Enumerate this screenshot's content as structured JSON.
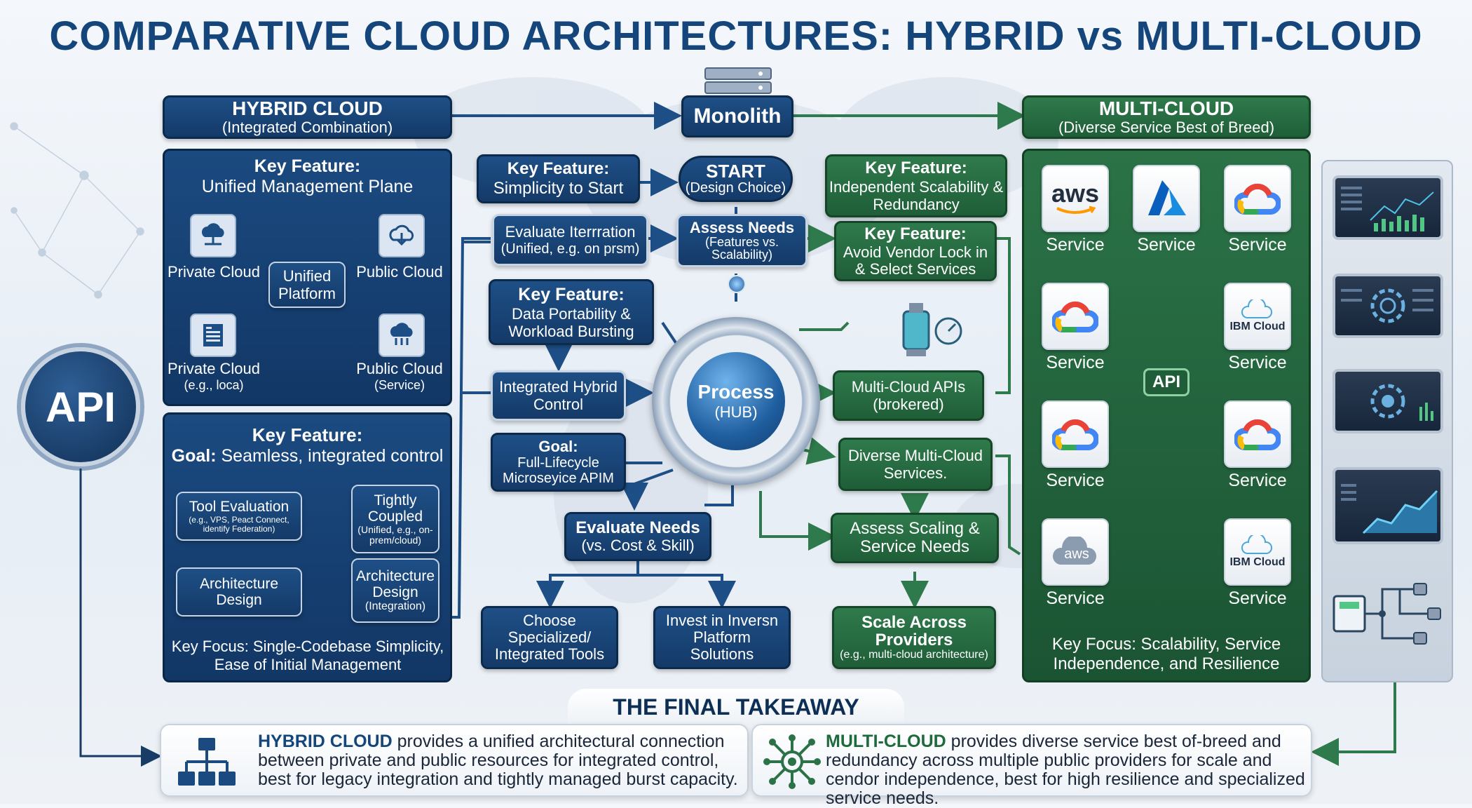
{
  "title": "COMPARATIVE CLOUD ARCHITECTURES: HYBRID vs MULTI-CLOUD",
  "colors": {
    "navy": "#1b4a80",
    "green": "#2b7347",
    "title": "#15467b"
  },
  "api_badge": "API",
  "hybrid": {
    "header_title": "HYBRID CLOUD",
    "header_sub": "(Integrated Combination)",
    "feature1_title": "Key Feature:",
    "feature1_text": "Unified Management Plane",
    "nodes": {
      "private_cloud": "Private Cloud",
      "public_cloud": "Public Cloud",
      "unified_platform": "Unified Platform",
      "private_cloud2": "Private Cloud",
      "private_cloud2_sub": "(e.g., loca)",
      "public_cloud2": "Public Cloud",
      "public_cloud2_sub": "(Service)"
    },
    "goal_title": "Key Feature:",
    "goal_label": "Goal:",
    "goal_text": "Seamless, integrated control",
    "tool_eval": "Tool Evaluation",
    "tool_eval_sub": "(e.g., VPS, Peact Connect, identify Federation)",
    "tightly": "Tightly Coupled",
    "tightly_sub": "(Unified, e.g., on-prem/cloud)",
    "arch_design": "Architecture Design",
    "arch_design2": "Architecture Design",
    "arch_design2_sub": "(Integration)",
    "focus": "Key Focus: Single-Codebase Simplicity, Ease of Initial Management"
  },
  "center": {
    "monolith": "Monolith",
    "start": "START",
    "start_sub": "(Design Choice)",
    "kf_simplicity_title": "Key Feature:",
    "kf_simplicity": "Simplicity to Start",
    "evaluate_iter": "Evaluate Iterrration",
    "evaluate_iter_sub": "(Unified, e.g. on prsm)",
    "assess_needs": "Assess Needs",
    "assess_needs_sub": "(Features vs. Scalability)",
    "kf_portability_title": "Key Feature:",
    "kf_portability": "Data Portability & Workload Bursting",
    "integrated": "Integrated Hybrid Control",
    "goal_title": "Goal:",
    "goal_text": "Full-Lifecycle Microseyice APIM",
    "process": "Process",
    "process_sub": "(HUB)",
    "evaluate_needs": "Evaluate Needs",
    "evaluate_needs_sub": "(vs. Cost & Skill)",
    "choose": "Choose Specialized/ Integrated Tools",
    "invest": "Invest in Inversn Platform Solutions",
    "kf_independent_title": "Key Feature:",
    "kf_independent": "Independent Scalability & Redundancy",
    "kf_vendor_title": "Key Feature:",
    "kf_vendor": "Avoid Vendor Lock in & Select Services",
    "mc_apis": "Multi-Cloud APIs (brokered)",
    "diverse": "Diverse Multi-Cloud Services.",
    "assess_scaling": "Assess Scaling & Service Needs",
    "scale_across": "Scale Across Providers",
    "scale_across_sub": "(e.g., multi-cloud architecture)"
  },
  "multi": {
    "header_title": "MULTI-CLOUD",
    "header_sub": "(Diverse Service Best of Breed)",
    "services": [
      {
        "provider": "aws",
        "label": "Service"
      },
      {
        "provider": "azure",
        "label": "Service"
      },
      {
        "provider": "gcp",
        "label": "Service"
      },
      {
        "provider": "gcp",
        "label": "Service"
      },
      {
        "provider": "ibm",
        "label": "Service",
        "logo_text": "IBM Cloud"
      },
      {
        "provider": "gcp",
        "label": "Service"
      },
      {
        "provider": "gcp",
        "label": "Service"
      },
      {
        "provider": "aws-grey",
        "label": "Service",
        "logo_text": "aws"
      },
      {
        "provider": "ibm",
        "label": "Service",
        "logo_text": "IBM Cloud"
      }
    ],
    "aws_text": "aws",
    "api_label": "API",
    "focus": "Key Focus: Scalability, Service Independence, and Resilience"
  },
  "takeaway": {
    "title": "THE FINAL TAKEAWAY",
    "hybrid_bold": "HYBRID CLOUD",
    "hybrid_text": " provides a unified architectural connection between private and public resources for integrated control, best for legacy integration and tightly managed burst capacity.",
    "multi_bold": "MULTI-CLOUD",
    "multi_text": " provides diverse service best of-breed and redundancy across multiple public providers for scale and cendor independence, best for high resilience and specialized service needs."
  }
}
